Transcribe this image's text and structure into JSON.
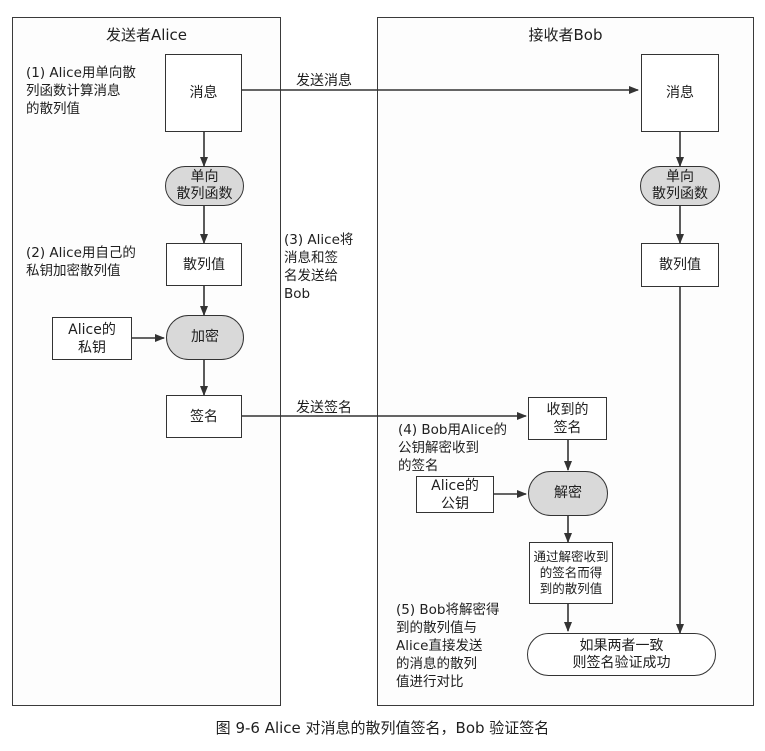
{
  "sender": {
    "title": "发送者Alice",
    "steps": {
      "step1": "(1) Alice用单向散\n列函数计算消息\n的散列值",
      "step2": "(2) Alice用自己的\n私钥加密散列值"
    },
    "message_box": "消息",
    "hash_func": "单向\n散列函数",
    "hash_value": "散列值",
    "private_key": "Alice的\n私钥",
    "encrypt": "加密",
    "signature": "签名"
  },
  "middle": {
    "send_message": "发送消息",
    "step3": "(3) Alice将\n消息和签\n名发送给\nBob",
    "send_signature": "发送签名"
  },
  "receiver": {
    "title": "接收者Bob",
    "message_box": "消息",
    "hash_func": "单向\n散列函数",
    "hash_value": "散列值",
    "received_sig": "收到的\n签名",
    "step4": "(4) Bob用Alice的\n公钥解密收到\n的签名",
    "public_key": "Alice的\n公钥",
    "decrypt": "解密",
    "decrypted_hash": "通过解密收到\n的签名而得\n到的散列值",
    "step5": "(5) Bob将解密得\n到的散列值与\nAlice直接发送\n的消息的散列\n值进行对比",
    "result": "如果两者一致\n则签名验证成功"
  },
  "caption": "图 9-6   Alice 对消息的散列值签名，Bob 验证签名"
}
